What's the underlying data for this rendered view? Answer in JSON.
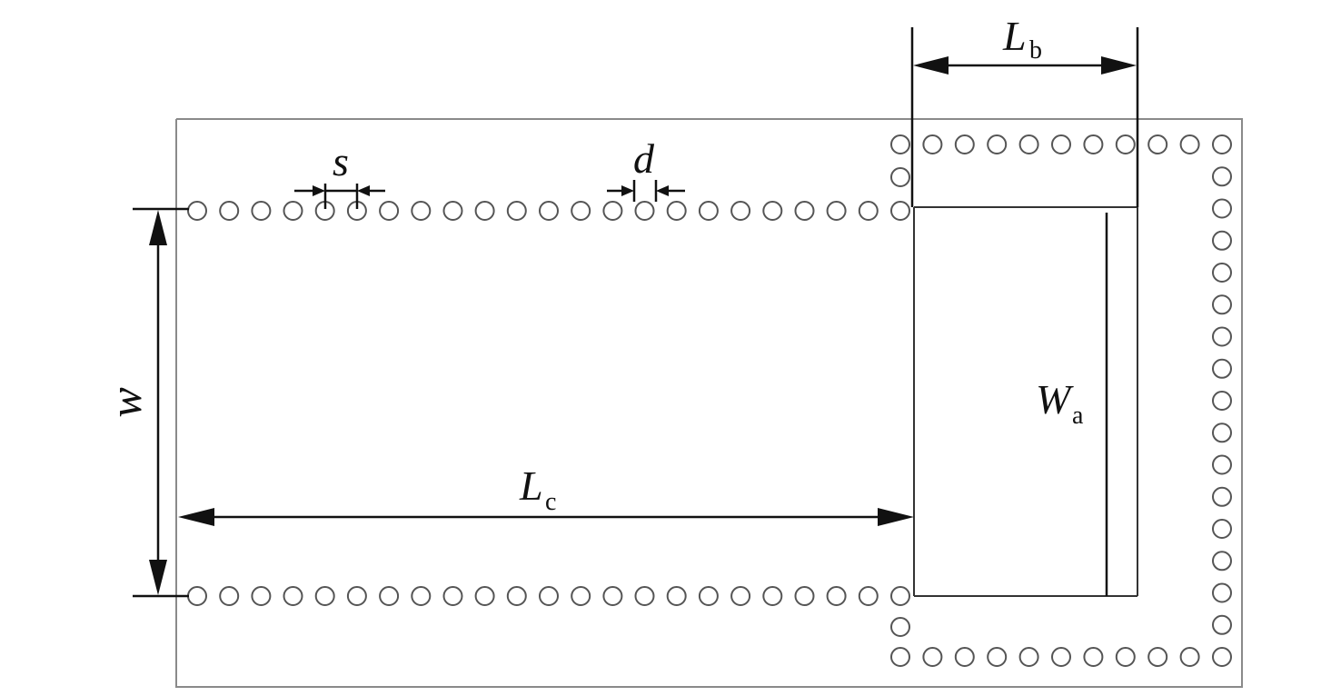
{
  "labels": {
    "s": "s",
    "d": "d",
    "w": "w",
    "Lc_main": "L",
    "Lc_sub": "c",
    "Lb_main": "L",
    "Lb_sub": "b",
    "Wa_main": "W",
    "Wa_sub": "a"
  },
  "colors": {
    "outline": "#8a8a8a",
    "via": "#555555",
    "edge": "#333333",
    "dimension": "#111111"
  }
}
